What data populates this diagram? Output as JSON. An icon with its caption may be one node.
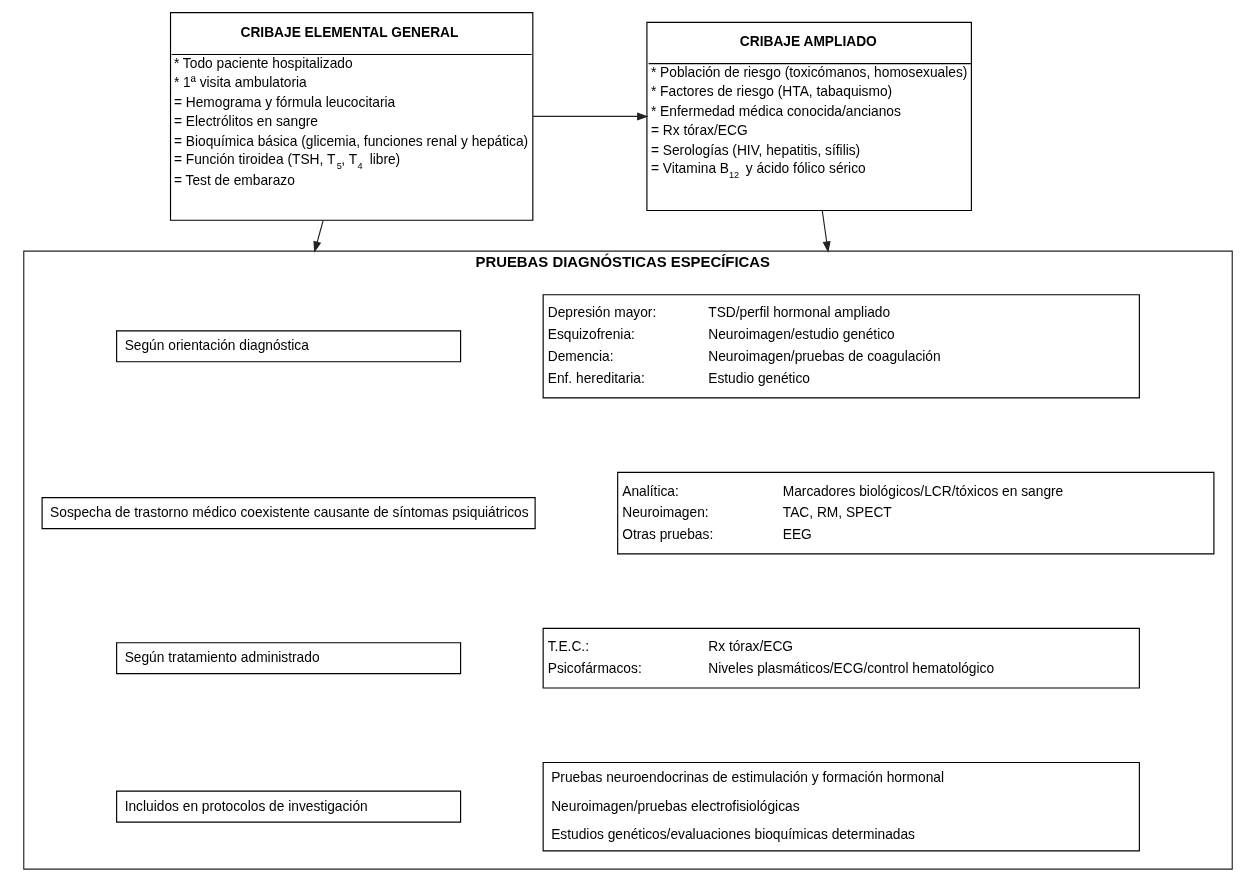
{
  "diagram": {
    "nodes": [
      {
        "text": [
          "CRIBAJE ELEMENTAL GENERAL",
          "* Todo paciente hospitalizado",
          "* 1ª visita ambulatoria",
          "= Hemograma y fórmula leucocitaria",
          "= Electrólitos en sangre",
          "= Bioquímica básica (glicemia, funciones renal y hepática)",
          "= Función tiroidea (TSH, T$_{5}$, T$_{4}$ libre)",
          "= Test de embarazo"
        ]
      },
      {
        "text": [
          "CRIBAJE AMPLIADO",
          "* Población de riesgo (toxicómanos, homosexuales)",
          "* Factores de riesgo (HTA, tabaquismo)",
          "* Enfermedad médica conocida/ancianos",
          "= Rx tórax/ECG",
          "= Serologías (HIV, hepatitis, sífilis)",
          "= Vitamina B$_{12}$ y ácido fólico sérico"
        ]
      },
      {
        "text": [
          "PRUEBAS DIAGNÓSTICAS ESPECÍFICAS"
        ]
      },
      {
        "text": [
          "Según orientación diagnóstica"
        ],
        "in": 2
      },
      {
        "text": [
          "Depresión mayor:",
          "TSD/perfil hormonal ampliado",
          "Esquizofrenia:",
          "Neuroimagen/estudio genético",
          "Demencia:",
          "Neuroimagen/pruebas de coagulación",
          "Enf. hereditaria:",
          "Estudio genético"
        ],
        "in": 2
      },
      {
        "text": [
          "Sospecha de trastorno médico coexistente causante de síntomas psiquiátricos"
        ],
        "in": 2
      },
      {
        "text": [
          "Analítica:",
          "Marcadores biológicos/LCR/tóxicos en sangre",
          "Neuroimagen:",
          "TAC, RM, SPECT",
          "Otras pruebas:",
          "EEG"
        ],
        "in": 2
      },
      {
        "text": [
          "Según tratamiento administrado"
        ],
        "in": 2
      },
      {
        "text": [
          "T.E.C.:",
          "Rx tórax/ECG",
          "Psicofármacos:",
          "Niveles plasmáticos/ECG/control hematológico"
        ],
        "in": 2
      },
      {
        "text": [
          "Incluidos en protocolos de investigación"
        ],
        "in": 2
      },
      {
        "text": [
          "Pruebas neuroendocrinas de estimulación y formación hormonal",
          "Neuroimagen/pruebas electrofisiológicas",
          "Estudios genéticos/evaluaciones bioquímicas determinadas"
        ],
        "in": 2
      }
    ],
    "edges": [
      {
        "from": 0,
        "to": 1,
        "arrow": "to"
      },
      {
        "from": 0,
        "to": 2,
        "arrow": "to"
      },
      {
        "from": 1,
        "to": 2,
        "arrow": "to"
      }
    ]
  }
}
